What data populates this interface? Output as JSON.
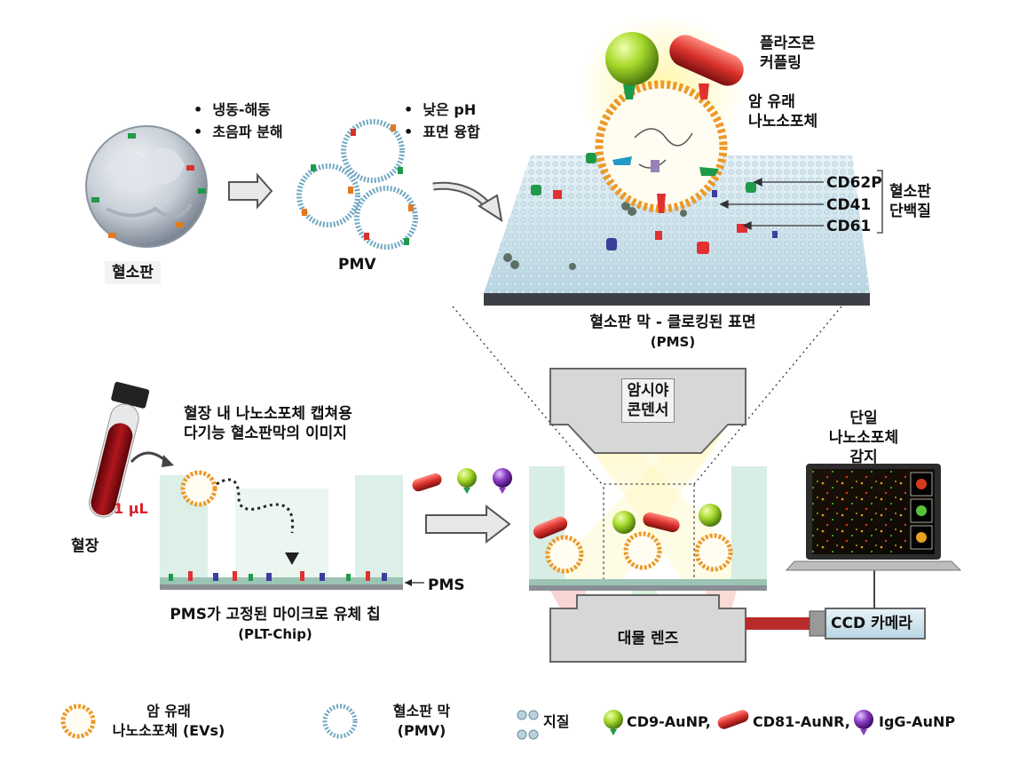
{
  "top_row": {
    "platelet_label": "혈소판",
    "step1_bullets": [
      "냉동-해동",
      "초음파 분해"
    ],
    "pmv_label": "PMV",
    "step2_bullets": [
      "낮은 pH",
      "표면 융합"
    ],
    "plasmon_label": [
      "플라즈몬",
      "커플링"
    ],
    "cancer_nano_label": [
      "암 유래",
      "나노소포체"
    ],
    "proteins": [
      "CD62P",
      "CD41",
      "CD61"
    ],
    "protein_group_label": [
      "혈소판",
      "단백질"
    ],
    "pms_title": "혈소판 막 - 클로킹된 표면",
    "pms_abbr": "(PMS)"
  },
  "bottom_row": {
    "chip_title": [
      "혈장 내 나노소포체 캡쳐용",
      "다기능 혈소판막의 이미지"
    ],
    "volume_label": "1 μL",
    "plasma_label": "혈장",
    "pms_label": "PMS",
    "chip_caption": "PMS가 고정된 마이크로 유체 칩",
    "chip_abbr": "(PLT-Chip)",
    "condenser_label": [
      "암시야",
      "콘덴서"
    ],
    "objective_label": "대물 렌즈",
    "ccd_label": "CCD 카메라",
    "detection_label": [
      "단일",
      "나노소포체",
      "감지"
    ]
  },
  "legend": {
    "ev_label": [
      "암 유래",
      "나노소포체 (EVs)"
    ],
    "pmv_label": [
      "혈소판 막",
      "(PMV)"
    ],
    "lipid_label": "지질",
    "cd9": "CD9-AuNP,",
    "cd81": "CD81-AuNR,",
    "igg": "IgG-AuNP"
  },
  "colors": {
    "gold_np": "#a6d92b",
    "rod": "#d9322b",
    "igg": "#8a3dc4",
    "blood": "#8c0f12",
    "cd62p": "#1f9a49",
    "cd61": "#e03030",
    "cd41": "#3a3f9e"
  }
}
